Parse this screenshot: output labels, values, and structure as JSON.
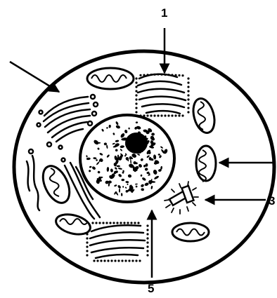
{
  "labels": {
    "label_1": "1",
    "label_3": "3",
    "label_5": "5"
  },
  "colors": {
    "ink": "#000000",
    "background": "#ffffff"
  },
  "icons": {
    "arrow": "arrow-icon"
  }
}
